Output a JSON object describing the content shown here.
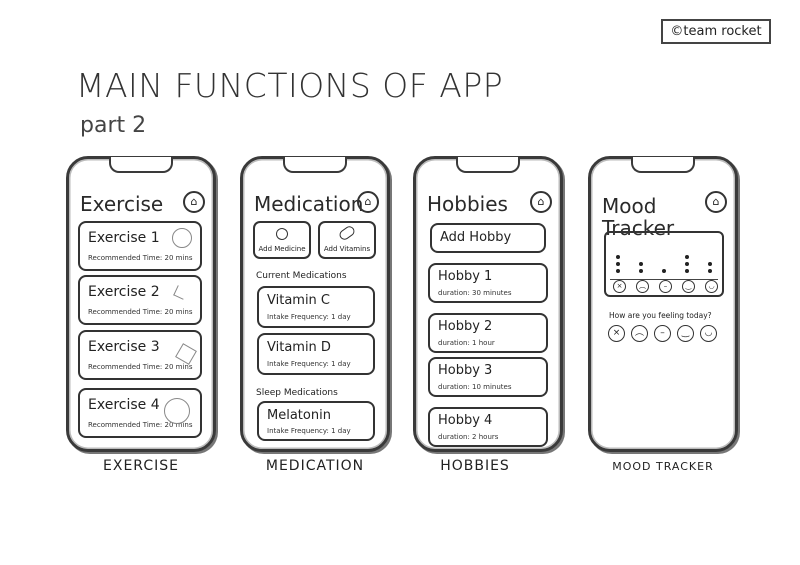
{
  "credit": "©team rocket",
  "title": "MAIN FUNCTIONS OF APP",
  "subtitle": "part 2",
  "exercise": {
    "header": "Exercise",
    "caption": "EXERCISE",
    "items": [
      {
        "name": "Exercise 1",
        "detail": "Recommended  Time: 20 mins"
      },
      {
        "name": "Exercise 2",
        "detail": "Recommended  Time: 20 mins"
      },
      {
        "name": "Exercise 3",
        "detail": "Recommended  Time: 20 mins"
      },
      {
        "name": "Exercise 4",
        "detail": "Recommended  Time: 20 mins"
      }
    ]
  },
  "medication": {
    "header": "Medication",
    "caption": "MEDICATION",
    "add_medicine": "Add Medicine",
    "add_vitamins": "Add Vitamins",
    "current_label": "Current Medications",
    "sleep_label": "Sleep Medications",
    "items": [
      {
        "name": "Vitamin C",
        "detail": "Intake Frequency: 1 day"
      },
      {
        "name": "Vitamin D",
        "detail": "Intake Frequency: 1 day"
      },
      {
        "name": "Melatonin",
        "detail": "Intake Frequency: 1 day"
      }
    ]
  },
  "hobbies": {
    "header": "Hobbies",
    "caption": "HOBBIES",
    "add_hobby": "Add Hobby",
    "items": [
      {
        "name": "Hobby 1",
        "detail": "duration: 30 minutes"
      },
      {
        "name": "Hobby 2",
        "detail": "duration: 1 hour"
      },
      {
        "name": "Hobby 3",
        "detail": "duration: 10 minutes"
      },
      {
        "name": "Hobby 4",
        "detail": "duration: 2 hours"
      }
    ]
  },
  "mood": {
    "header_line1": "Mood",
    "header_line2": "Tracker",
    "caption": "MOOD TRACKER",
    "question": "How are you feeling today?",
    "chart_levels": [
      2,
      1,
      0,
      2,
      1
    ],
    "icons": [
      "home-icon",
      "angry-face-icon",
      "sad-face-icon",
      "neutral-face-icon",
      "content-face-icon",
      "happy-face-icon"
    ]
  }
}
